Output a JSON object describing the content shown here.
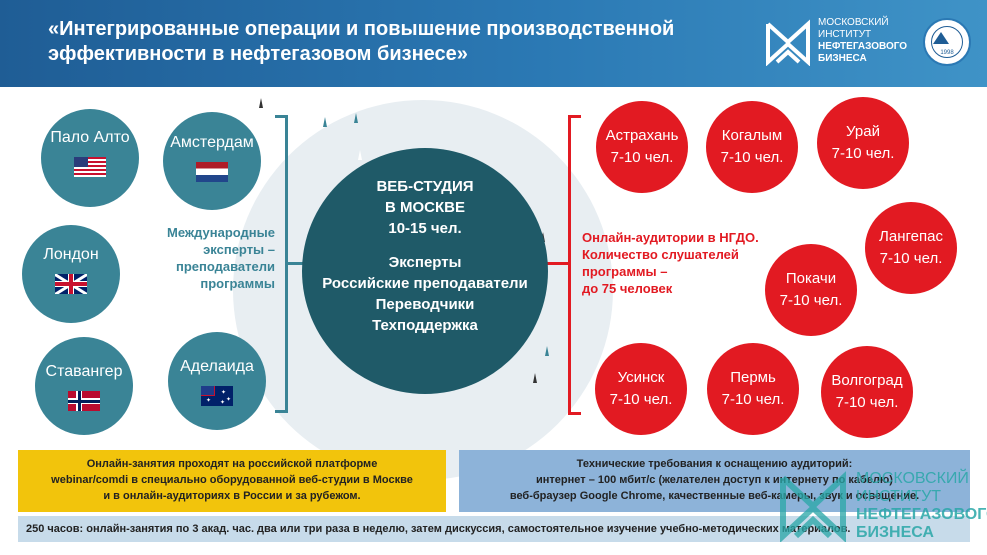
{
  "header": {
    "title_line1": "«Интегрированные операции и повышение производственной",
    "title_line2": "эффективности в нефтегазовом бизнесе»",
    "logo": {
      "line1": "МОСКОВСКИЙ",
      "line2": "ИНСТИТУТ",
      "line3": "НЕФТЕГАЗОВОГО",
      "line4": "БИЗНЕСА"
    },
    "seal_year": "1998"
  },
  "international": {
    "label_lines": [
      "Международные",
      "эксперты –",
      "преподаватели",
      "программы"
    ],
    "cities": [
      {
        "name": "Пало Алто",
        "flag": "usa-flag-icon"
      },
      {
        "name": "Амстердам",
        "flag": "netherlands-flag-icon"
      },
      {
        "name": "Лондон",
        "flag": "uk-flag-icon"
      },
      {
        "name": "Ставангер",
        "flag": "norway-flag-icon"
      },
      {
        "name": "Аделаида",
        "flag": "australia-flag-icon"
      }
    ]
  },
  "center": {
    "title_lines": [
      "ВЕБ-СТУДИЯ",
      "В МОСКВЕ",
      "10-15 чел."
    ],
    "list": [
      "Эксперты",
      "Российские преподаватели",
      "Переводчики",
      "Техподдержка"
    ]
  },
  "regional": {
    "label_lines": [
      "Онлайн-аудитории в НГДО.",
      "Количество слушателей",
      "программы –",
      "до 75 человек"
    ],
    "cities": [
      {
        "name": "Астрахань",
        "size": "7-10 чел."
      },
      {
        "name": "Когалым",
        "size": "7-10 чел."
      },
      {
        "name": "Урай",
        "size": "7-10 чел."
      },
      {
        "name": "Лангепас",
        "size": "7-10 чел."
      },
      {
        "name": "Покачи",
        "size": "7-10 чел."
      },
      {
        "name": "Усинск",
        "size": "7-10 чел."
      },
      {
        "name": "Пермь",
        "size": "7-10 чел."
      },
      {
        "name": "Волгоград",
        "size": "7-10 чел."
      }
    ]
  },
  "info_boxes": {
    "platform_lines": [
      "Онлайн-занятия проходят на российской платформе",
      "webinar/comdi в специально оборудованной веб-студии в Москве",
      "и в онлайн-аудиториях в России и за рубежом."
    ],
    "tech_lines": [
      "Технические требования к оснащению аудиторий:",
      "интернет – 100 мбит/с (желателен доступ к интернету по кабелю)",
      "веб-браузер Google Chrome, качественные веб-камеры, звук и освещение."
    ],
    "bottom": "250 часов: онлайн-занятия по 3 акад. час. два или три раза в неделю, затем дискуссия, самостоятельное изучение учебно-методических материалов."
  },
  "colors": {
    "header_blue": "#2b79b4",
    "teal": "#3a8496",
    "dark_teal": "#1f5a68",
    "red": "#e21a22",
    "yellow": "#f2c40c",
    "light_blue": "#8db3d9"
  }
}
